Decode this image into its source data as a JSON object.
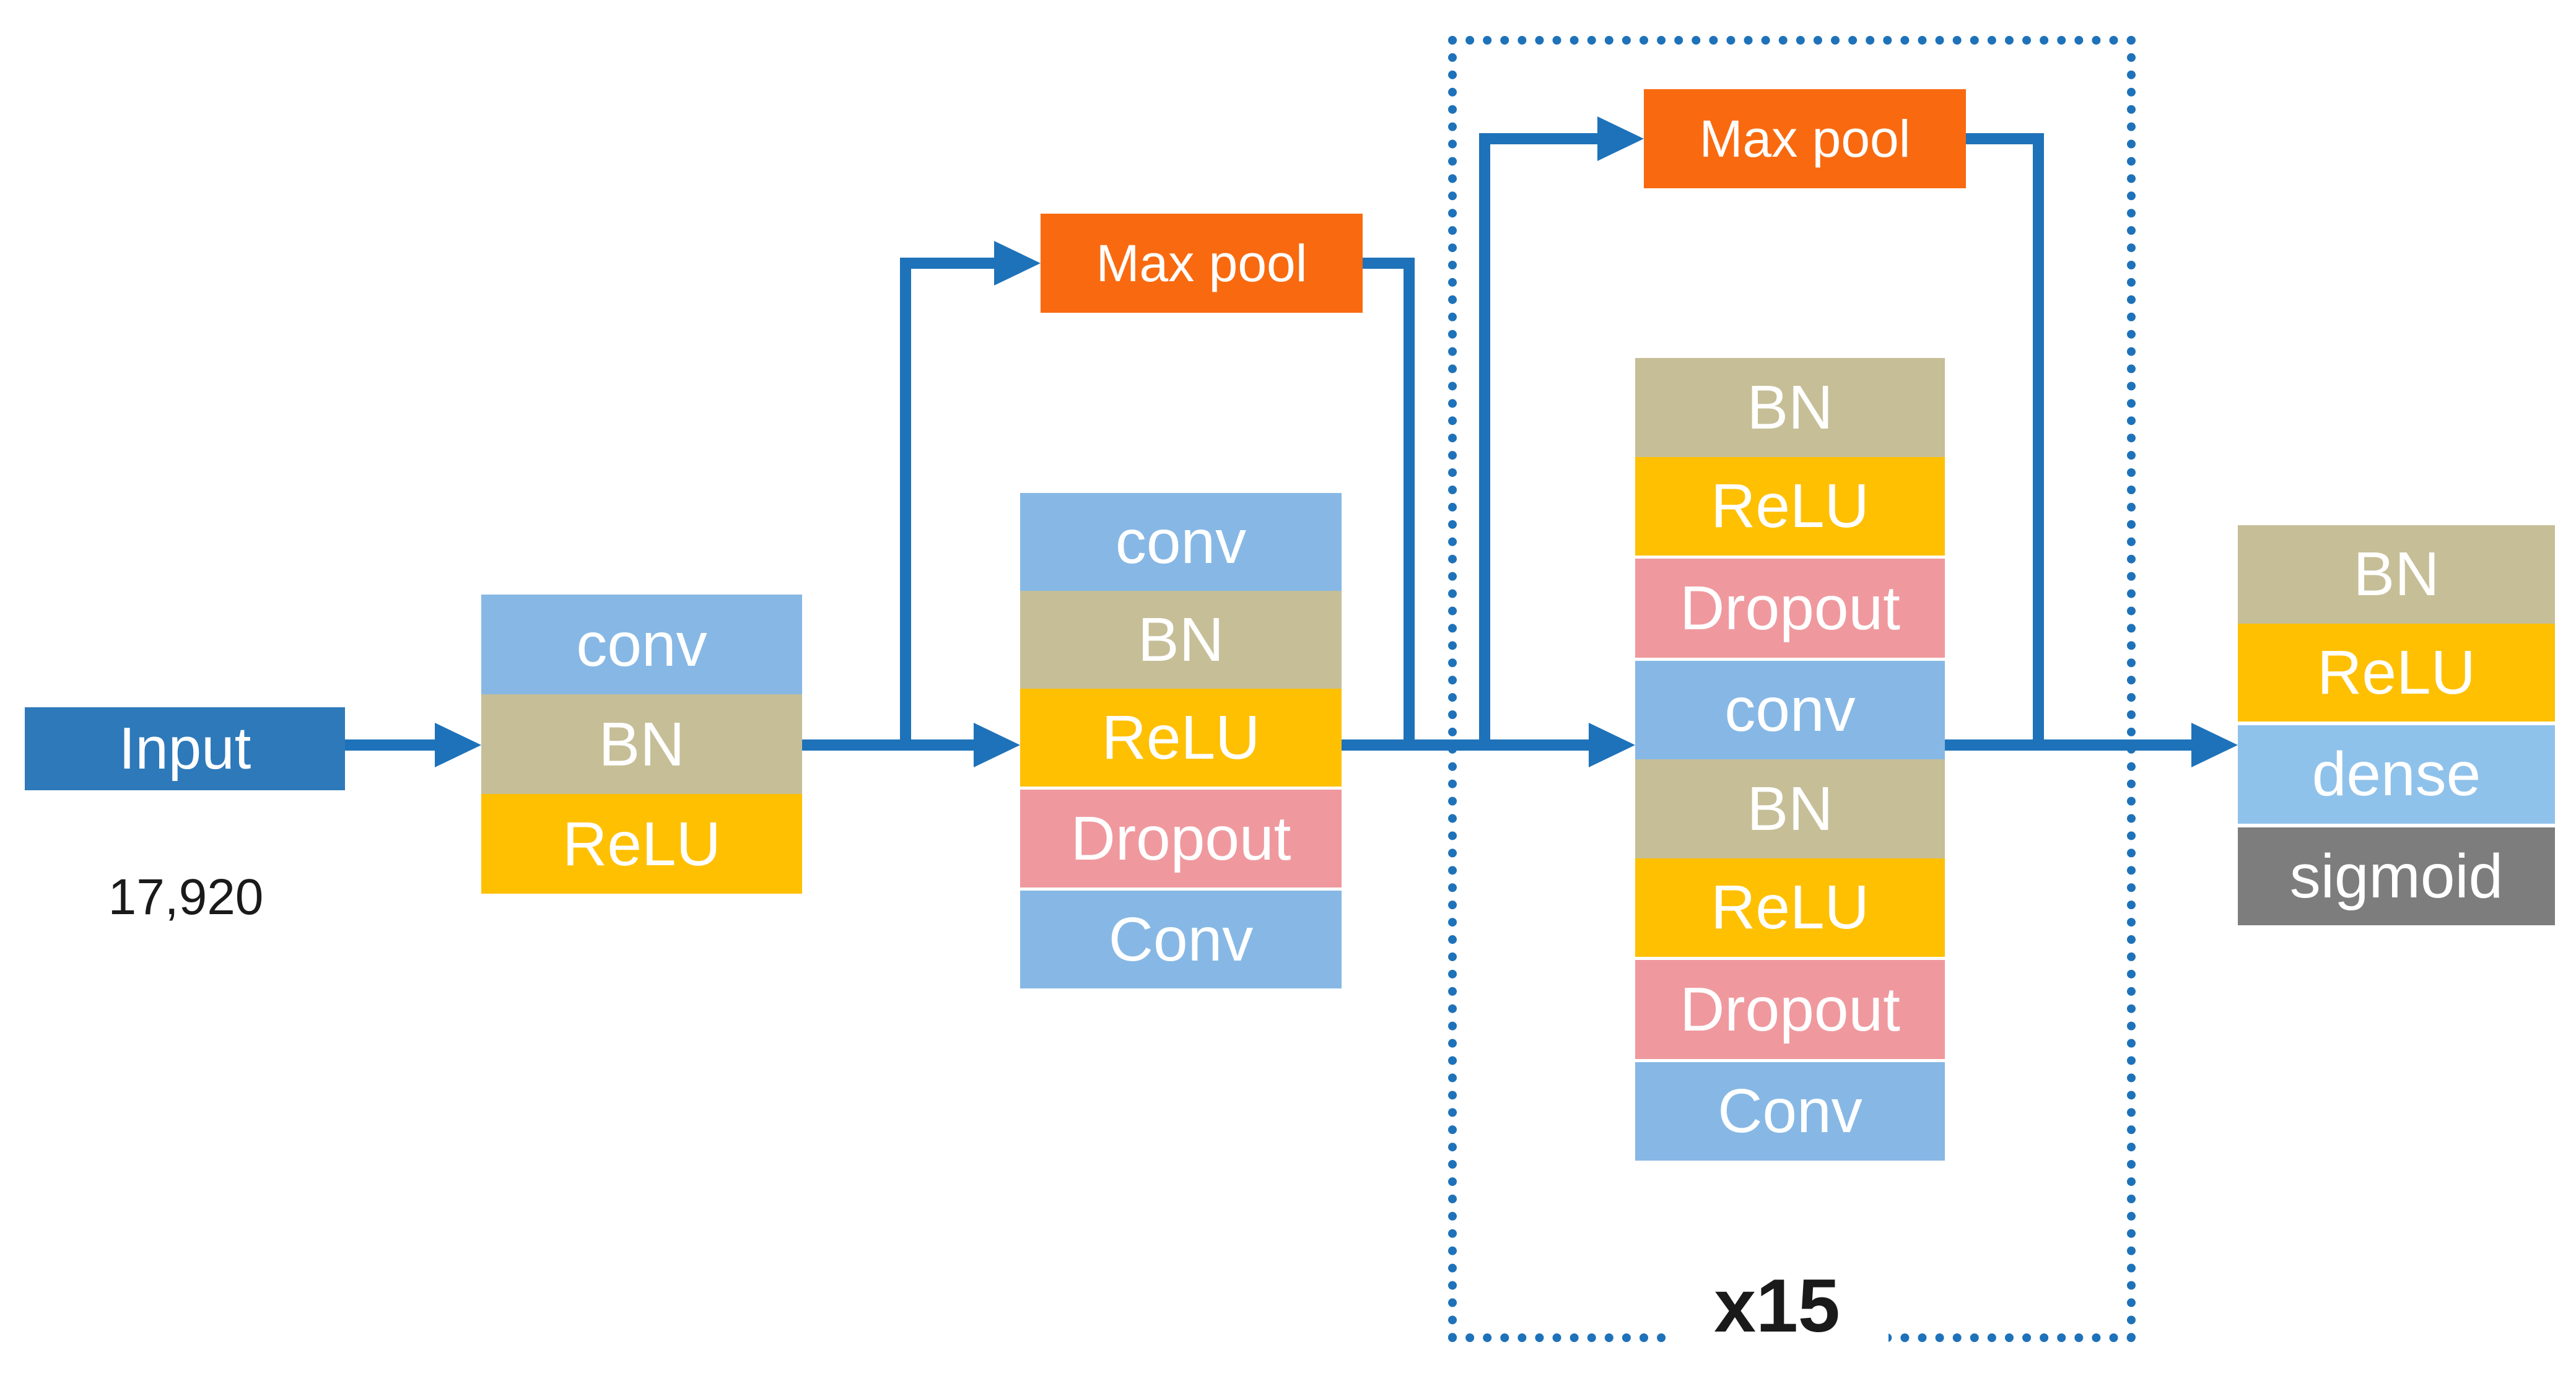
{
  "colors": {
    "arrow": "#1E72B9",
    "input": "#2E79B9",
    "conv": "#87B8E5",
    "dense": "#8FC2EB",
    "bn": "#C6BE97",
    "relu": "#FFC002",
    "dropout": "#EF999E",
    "maxpool": "#F96A10",
    "sigmoid": "#7D7D7D",
    "label_text": "#1A1A1A"
  },
  "input": {
    "label": "Input",
    "size_label": "17,920"
  },
  "maxpool1": {
    "label": "Max pool"
  },
  "maxpool2": {
    "label": "Max pool"
  },
  "block1": {
    "rows": [
      {
        "label": "conv"
      },
      {
        "label": "BN"
      },
      {
        "label": "ReLU"
      }
    ]
  },
  "block2": {
    "rows": [
      {
        "label": "conv"
      },
      {
        "label": "BN"
      },
      {
        "label": "ReLU"
      },
      {
        "label": "Dropout"
      },
      {
        "label": "Conv"
      }
    ]
  },
  "block3": {
    "rows": [
      {
        "label": "BN"
      },
      {
        "label": "ReLU"
      },
      {
        "label": "Dropout"
      },
      {
        "label": "conv"
      },
      {
        "label": "BN"
      },
      {
        "label": "ReLU"
      },
      {
        "label": "Dropout"
      },
      {
        "label": "Conv"
      }
    ]
  },
  "output_block": {
    "rows": [
      {
        "label": "BN"
      },
      {
        "label": "ReLU"
      },
      {
        "label": "dense"
      },
      {
        "label": "sigmoid"
      }
    ]
  },
  "repeat_region": {
    "count_label": "x15"
  }
}
